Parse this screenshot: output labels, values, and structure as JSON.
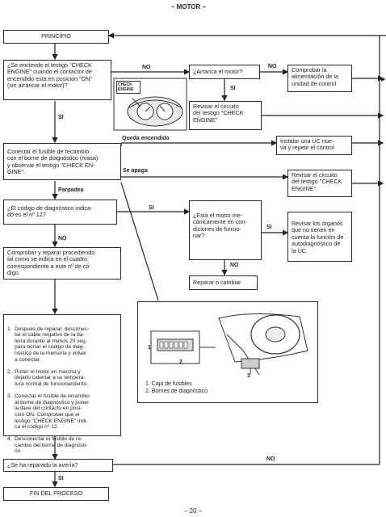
{
  "header": {
    "title": "– MOTOR –"
  },
  "footer": {
    "page": "– 20 –"
  },
  "flow": {
    "start": "PRINCIPIO",
    "q_light": "¿Se enciende el testigo \"CHECK\nENGINE\" cuando el contactor de\nencendido está en posición \"ON\"\n(sin arrancar el motor)?",
    "q_starts": "¿Arranca el motor?",
    "check_supply": "Comprobar la\nalimentación de la\nunidad de control",
    "check_circuit_1": "Revisar el circuito\ndel testigo \"CHECK\nENGINE\"",
    "connect_fuse": "Conectar el fusible de recambio\ncon el borne de diagnóstico (masa)\ny observar el testigo \"CHECK EN-\nGINE\".",
    "install_uc": "Instalar una UC nue-\nva y repetir el control",
    "check_circuit_2": "Revisar el circuito\ndel testigo \"CHECK\nENGINE\".",
    "q_code12": "¿El código de diagnóstico indica-\ndo es el nº 12?",
    "q_engine_mech": "¿Está el motor me-\ncánicamente en con-\ndiciones de funcio-\nnar?",
    "check_organs": "Revisar los órganos\nque no tienen en\ncuenta la función de\nautodiagnóstico de\nla UC.",
    "check_repair": "Comprobar y reparar procediendo\ntal como se indica en el cuadro\ncorrespondiente a este nº de có-\ndigo.",
    "repair_replace": "Reparar o cambiar",
    "steps": [
      "1.  Después de reparar, desconec-\n     tar el cable negativo de la ba-\n     tería durante al menos 20 seg.\n     para borrar el código de diag-\n     nóstico de la memoria y volver\n     a conectar.",
      "2.  Poner el motor en marcha y\n     dejarlo calentar a su tempera-\n     tura normal de funcionamiento.",
      "3.  Conectar el fusible de recambio\n     al borne de diagnóstico y poner\n     la llave del contacto en posi-\n     ción ON. Comprobar que el\n     testigo \"CHECK ENGINE\" indi-\n     ca el código nº 12.",
      "4.  Desconectar el fusible de re-\n     cambio del borne de diagnósti-\n     co."
    ],
    "q_repaired": "¿Se ha reparado la avería?",
    "end": "FIN DEL PROCESO"
  },
  "labels": {
    "no": "NO",
    "si": "SI",
    "queda_encendido": "Queda encendido",
    "se_apaga": "Se apaga",
    "parpadea": "Parpadea"
  },
  "figure": {
    "dash_label": "CHECK\nENGINE",
    "connector_num_1": "1",
    "connector_num_2": "2",
    "callout_1": "1",
    "legend": [
      "1.  Caja de fusibles",
      "2.  Bornes de diagnóstico"
    ]
  }
}
